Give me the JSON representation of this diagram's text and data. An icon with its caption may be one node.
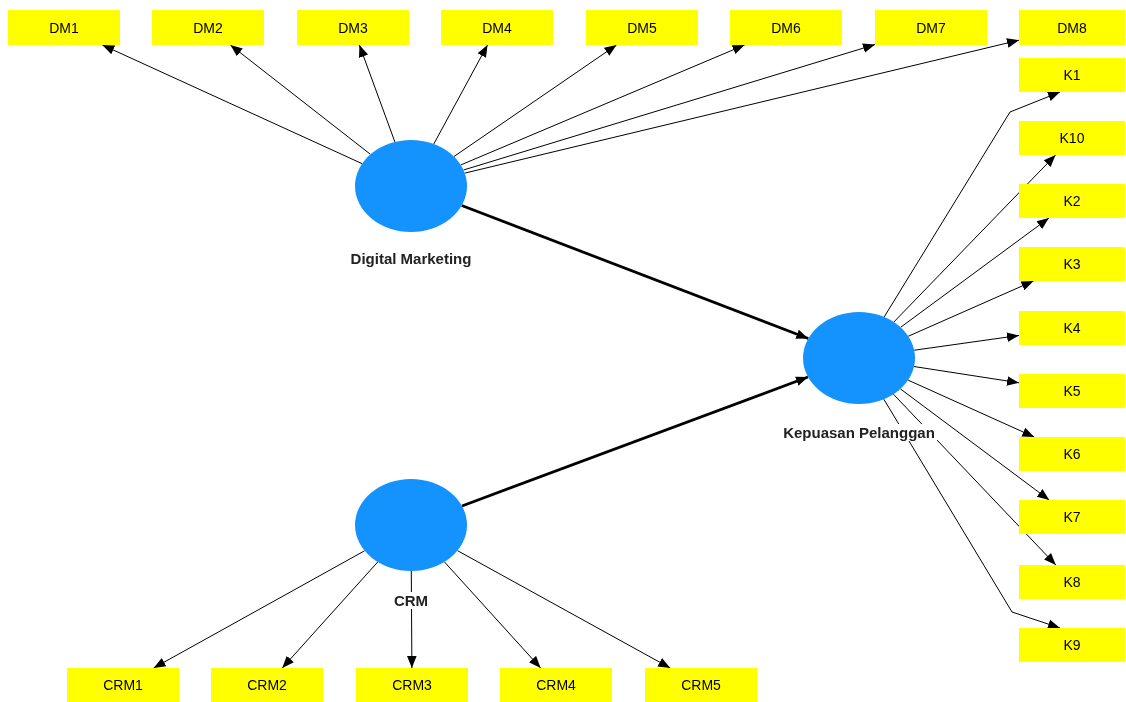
{
  "diagram": {
    "nodes": [
      {
        "text": [
          "DM1"
        ]
      },
      {
        "text": [
          "DM2"
        ]
      },
      {
        "text": [
          "DM3"
        ]
      },
      {
        "text": [
          "DM4"
        ]
      },
      {
        "text": [
          "DM5"
        ]
      },
      {
        "text": [
          "DM6"
        ]
      },
      {
        "text": [
          "DM7"
        ]
      },
      {
        "text": [
          "DM8"
        ]
      },
      {
        "text": [
          "K1"
        ]
      },
      {
        "text": [
          "K10"
        ]
      },
      {
        "text": [
          "K2"
        ]
      },
      {
        "text": [
          "K3"
        ]
      },
      {
        "text": [
          "K4"
        ]
      },
      {
        "text": [
          "K5"
        ]
      },
      {
        "text": [
          "K6"
        ]
      },
      {
        "text": [
          "K7"
        ]
      },
      {
        "text": [
          "K8"
        ]
      },
      {
        "text": [
          "K9"
        ]
      },
      {
        "text": [
          "Digital Marketing"
        ]
      },
      {
        "text": [
          "Kepuasan Pelanggan"
        ]
      },
      {
        "text": [
          "CRM"
        ]
      },
      {
        "text": [
          "CRM1"
        ]
      },
      {
        "text": [
          "CRM2"
        ]
      },
      {
        "text": [
          "CRM3"
        ]
      },
      {
        "text": [
          "CRM4"
        ]
      },
      {
        "text": [
          "CRM5"
        ]
      }
    ],
    "edges": [
      {
        "from": 18,
        "to": 0,
        "arrow": "to"
      },
      {
        "from": 18,
        "to": 1,
        "arrow": "to"
      },
      {
        "from": 18,
        "to": 2,
        "arrow": "to"
      },
      {
        "from": 18,
        "to": 3,
        "arrow": "to"
      },
      {
        "from": 18,
        "to": 4,
        "arrow": "to"
      },
      {
        "from": 18,
        "to": 5,
        "arrow": "to"
      },
      {
        "from": 18,
        "to": 6,
        "arrow": "to"
      },
      {
        "from": 18,
        "to": 7,
        "arrow": "to"
      },
      {
        "from": 18,
        "to": 19,
        "arrow": "to",
        "style": "thick"
      },
      {
        "from": 20,
        "to": 19,
        "arrow": "to",
        "style": "thick"
      },
      {
        "from": 19,
        "to": 8,
        "arrow": "to"
      },
      {
        "from": 19,
        "to": 9,
        "arrow": "to"
      },
      {
        "from": 19,
        "to": 10,
        "arrow": "to"
      },
      {
        "from": 19,
        "to": 11,
        "arrow": "to"
      },
      {
        "from": 19,
        "to": 12,
        "arrow": "to"
      },
      {
        "from": 19,
        "to": 13,
        "arrow": "to"
      },
      {
        "from": 19,
        "to": 14,
        "arrow": "to"
      },
      {
        "from": 19,
        "to": 15,
        "arrow": "to"
      },
      {
        "from": 19,
        "to": 16,
        "arrow": "to"
      },
      {
        "from": 19,
        "to": 17,
        "arrow": "to"
      },
      {
        "from": 20,
        "to": 21,
        "arrow": "to"
      },
      {
        "from": 20,
        "to": 22,
        "arrow": "to"
      },
      {
        "from": 20,
        "to": 23,
        "arrow": "to"
      },
      {
        "from": 20,
        "to": 24,
        "arrow": "to"
      },
      {
        "from": 20,
        "to": 25,
        "arrow": "to"
      }
    ]
  }
}
